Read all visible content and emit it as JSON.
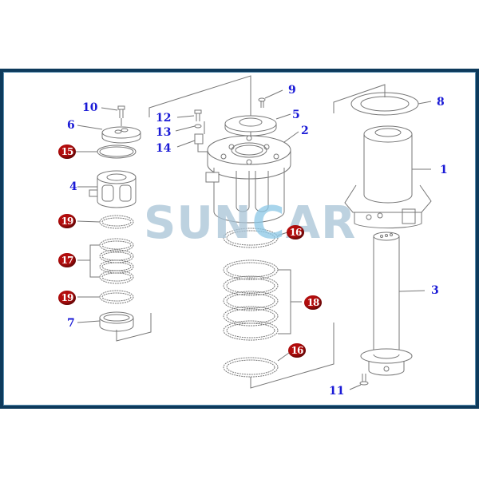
{
  "diagram": {
    "type": "exploded parts diagram",
    "watermark": {
      "prefix": "SUN",
      "highlight": "C",
      "suffix": "AR"
    },
    "colors": {
      "frame_border": "#0d3a5c",
      "label_text": "#1a1ad6",
      "badge_fill": "#b30d0d",
      "badge_text": "#ffffff",
      "watermark": "#a8c3d6"
    },
    "labels": [
      {
        "id": "1",
        "text": "1",
        "part": "swivel joint body/shaft housing"
      },
      {
        "id": "2",
        "text": "2",
        "part": "rotor housing"
      },
      {
        "id": "3",
        "text": "3",
        "part": "shaft"
      },
      {
        "id": "4",
        "text": "4",
        "part": "block"
      },
      {
        "id": "5",
        "text": "5",
        "part": "cover plate"
      },
      {
        "id": "6",
        "text": "6",
        "part": "cap"
      },
      {
        "id": "7",
        "text": "7",
        "part": "ring"
      },
      {
        "id": "8",
        "text": "8",
        "part": "gasket"
      },
      {
        "id": "9",
        "text": "9",
        "part": "screw"
      },
      {
        "id": "10",
        "text": "10",
        "part": "bolt"
      },
      {
        "id": "11",
        "text": "11",
        "part": "bolt"
      },
      {
        "id": "12",
        "text": "12",
        "part": "bolt"
      },
      {
        "id": "13",
        "text": "13",
        "part": "washer"
      },
      {
        "id": "14",
        "text": "14",
        "part": "bracket"
      }
    ],
    "badges": [
      {
        "id": "15",
        "text": "15"
      },
      {
        "id": "16a",
        "text": "16"
      },
      {
        "id": "16b",
        "text": "16"
      },
      {
        "id": "17",
        "text": "17"
      },
      {
        "id": "18",
        "text": "18"
      },
      {
        "id": "19a",
        "text": "19"
      },
      {
        "id": "19b",
        "text": "19"
      }
    ]
  }
}
